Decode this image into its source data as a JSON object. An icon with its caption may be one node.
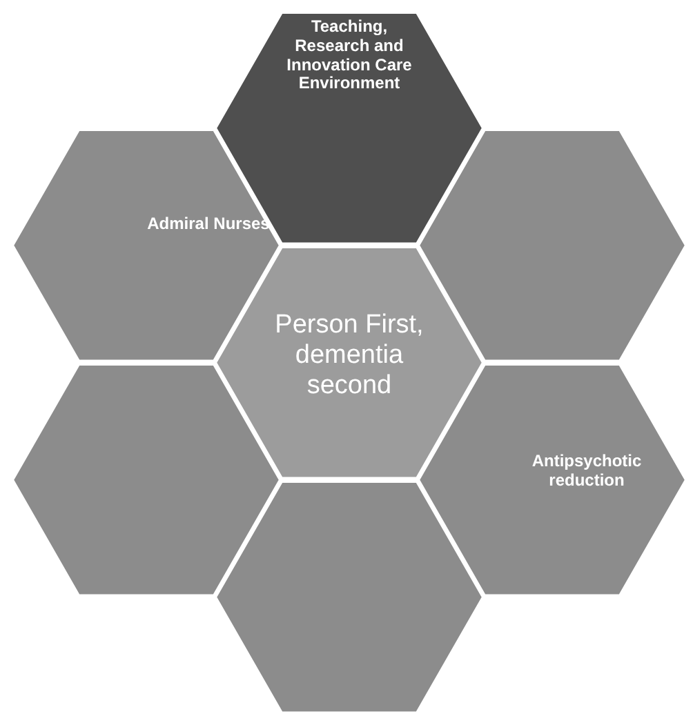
{
  "diagram": {
    "nodes": [
      {
        "text": [
          "Teaching, Research and Innovation Care Environment"
        ]
      },
      {
        "text": [
          "Admiral Nurses"
        ]
      },
      {
        "text": [],
        "shape": "hexagon"
      },
      {
        "text": [
          "Person First, dementia second"
        ]
      },
      {
        "text": [],
        "shape": "hexagon"
      },
      {
        "text": [
          "Antipsychotic reduction"
        ]
      },
      {
        "text": [],
        "shape": "hexagon"
      }
    ]
  }
}
